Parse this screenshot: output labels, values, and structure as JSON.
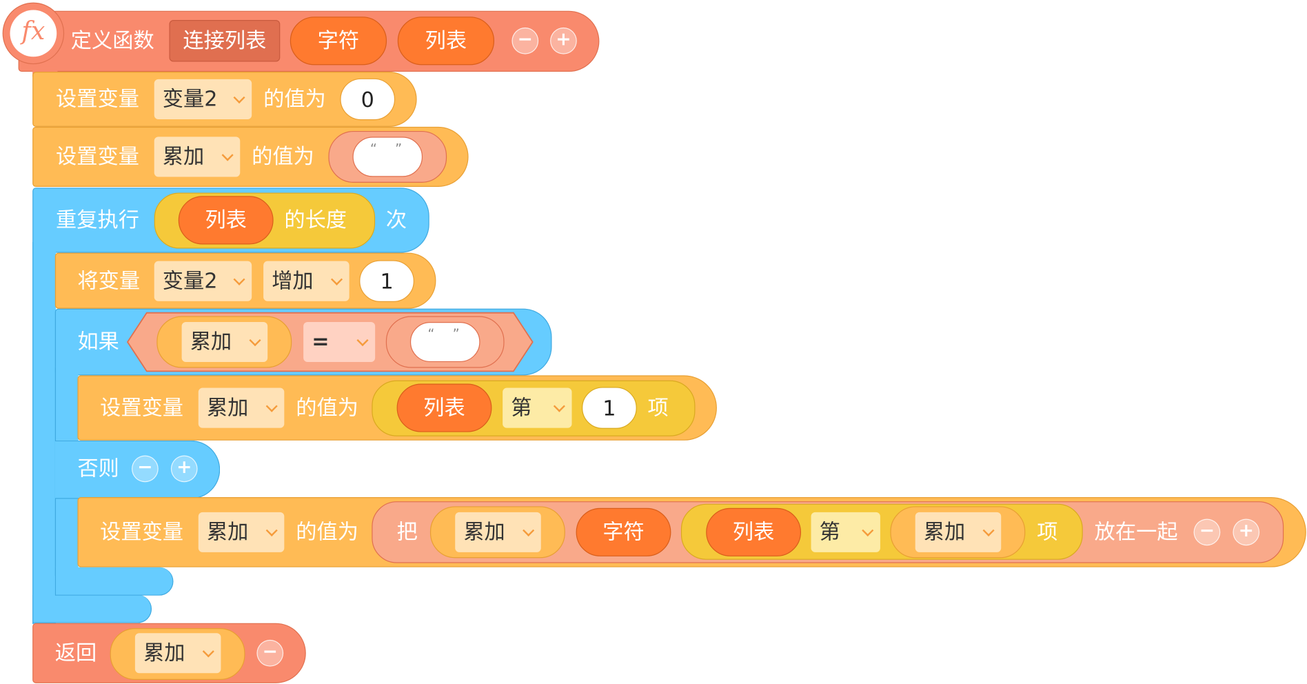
{
  "define": {
    "icon": "fx",
    "keyword": "定义函数",
    "name": "连接列表",
    "param1": "字符",
    "param2": "列表",
    "minus": "−",
    "plus": "+"
  },
  "set1": {
    "keyword": "设置变量",
    "var": "变量2",
    "to": "的值为",
    "value": "0"
  },
  "set2": {
    "keyword": "设置变量",
    "var": "累加",
    "to": "的值为",
    "lq": "“",
    "rq": "”"
  },
  "repeat": {
    "keyword": "重复执行",
    "list": "列表",
    "length": "的长度",
    "times": "次"
  },
  "change": {
    "keyword": "将变量",
    "var": "变量2",
    "op": "增加",
    "value": "1"
  },
  "if_block": {
    "keyword": "如果",
    "var": "累加",
    "op": "=",
    "lq": "“",
    "rq": "”"
  },
  "set3": {
    "keyword": "设置变量",
    "var": "累加",
    "to": "的值为",
    "list": "列表",
    "nth": "第",
    "index": "1",
    "item": "项"
  },
  "else_block": {
    "keyword": "否则",
    "minus": "−",
    "plus": "+"
  },
  "set4": {
    "keyword": "设置变量",
    "var": "累加",
    "to": "的值为",
    "join": "把",
    "join_var": "累加",
    "join_param": "字符",
    "list": "列表",
    "nth": "第",
    "index_var": "累加",
    "item": "项",
    "together": "放在一起",
    "minus": "−",
    "plus": "+"
  },
  "ret": {
    "keyword": "返回",
    "var": "累加",
    "minus": "−"
  },
  "colors": {
    "function": "#F98A6D",
    "variable": "#FFBB55",
    "control": "#66CCFF",
    "list": "#F5C93A",
    "param": "#FF7A2F"
  }
}
